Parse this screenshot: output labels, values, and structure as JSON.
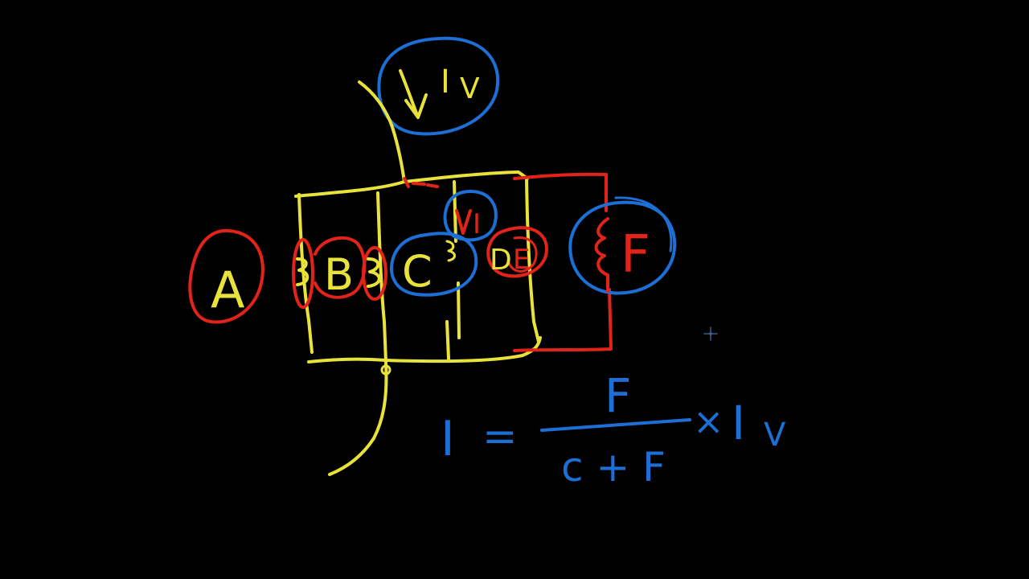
{
  "colors": {
    "background": "#000000",
    "yellow": "#e9e23a",
    "red": "#e2231a",
    "blue": "#1d6fd6"
  },
  "labels": {
    "source": "I",
    "source_sub": "V",
    "a": "A",
    "b": "B",
    "c": "C",
    "d": "D",
    "e": "E",
    "f": "F",
    "current": "I"
  },
  "formula": {
    "lhs": "I",
    "equals": "=",
    "numerator": "F",
    "denominator": "c + F",
    "times": "×",
    "factor": "I",
    "factor_sub": "V"
  },
  "icons": {
    "cursor": "crosshair-cursor-icon"
  }
}
